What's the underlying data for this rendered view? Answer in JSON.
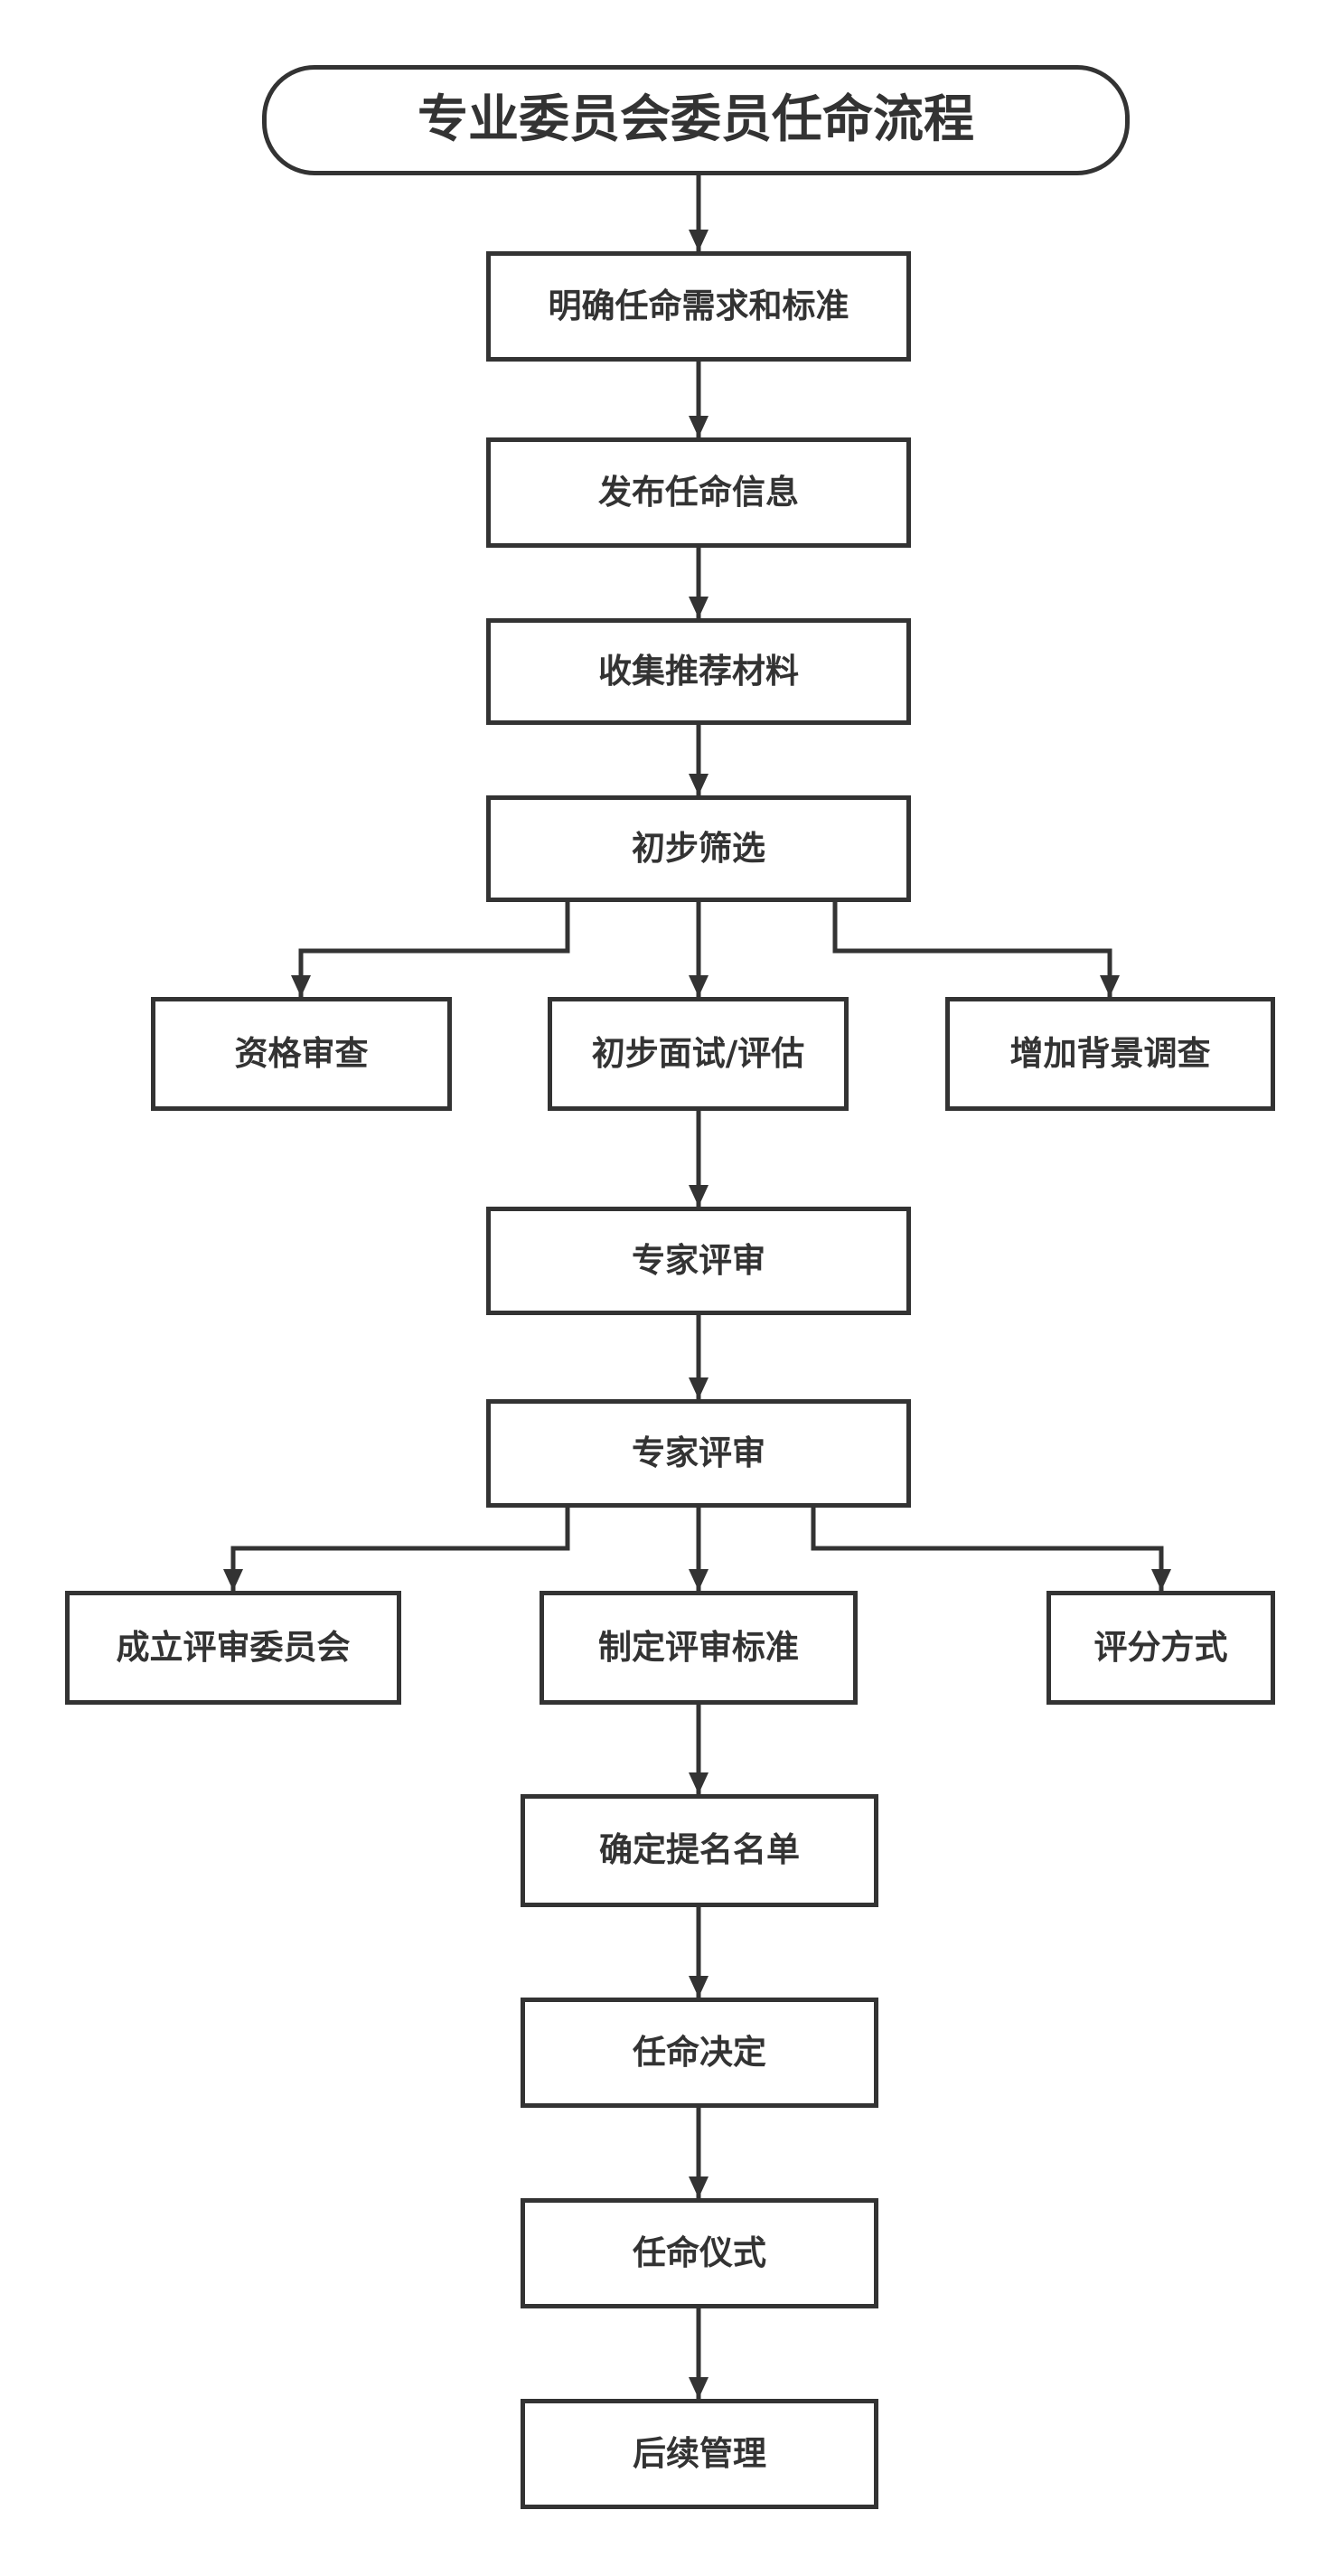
{
  "diagram": {
    "title": "专业委员会委员任命流程",
    "steps": {
      "s1": "明确任命需求和标准",
      "s2": "发布任命信息",
      "s3": "收集推荐材料",
      "s4": "初步筛选",
      "s4a": "资格审查",
      "s4b": "初步面试/评估",
      "s4c": "增加背景调查",
      "s5": "专家评审",
      "s6": "专家评审",
      "s6a": "成立评审委员会",
      "s6b": "制定评审标准",
      "s6c": "评分方式",
      "s7": "确定提名名单",
      "s8": "任命决定",
      "s9": "任命仪式",
      "s10": "后续管理"
    },
    "edges": [
      [
        "title",
        "s1"
      ],
      [
        "s1",
        "s2"
      ],
      [
        "s2",
        "s3"
      ],
      [
        "s3",
        "s4"
      ],
      [
        "s4",
        "s4a"
      ],
      [
        "s4",
        "s4b"
      ],
      [
        "s4",
        "s4c"
      ],
      [
        "s4b",
        "s5"
      ],
      [
        "s5",
        "s6"
      ],
      [
        "s6",
        "s6a"
      ],
      [
        "s6",
        "s6b"
      ],
      [
        "s6",
        "s6c"
      ],
      [
        "s6b",
        "s7"
      ],
      [
        "s7",
        "s8"
      ],
      [
        "s8",
        "s9"
      ],
      [
        "s9",
        "s10"
      ]
    ],
    "colors": {
      "stroke": "#333333",
      "fill": "#ffffff",
      "text": "#333333"
    }
  }
}
